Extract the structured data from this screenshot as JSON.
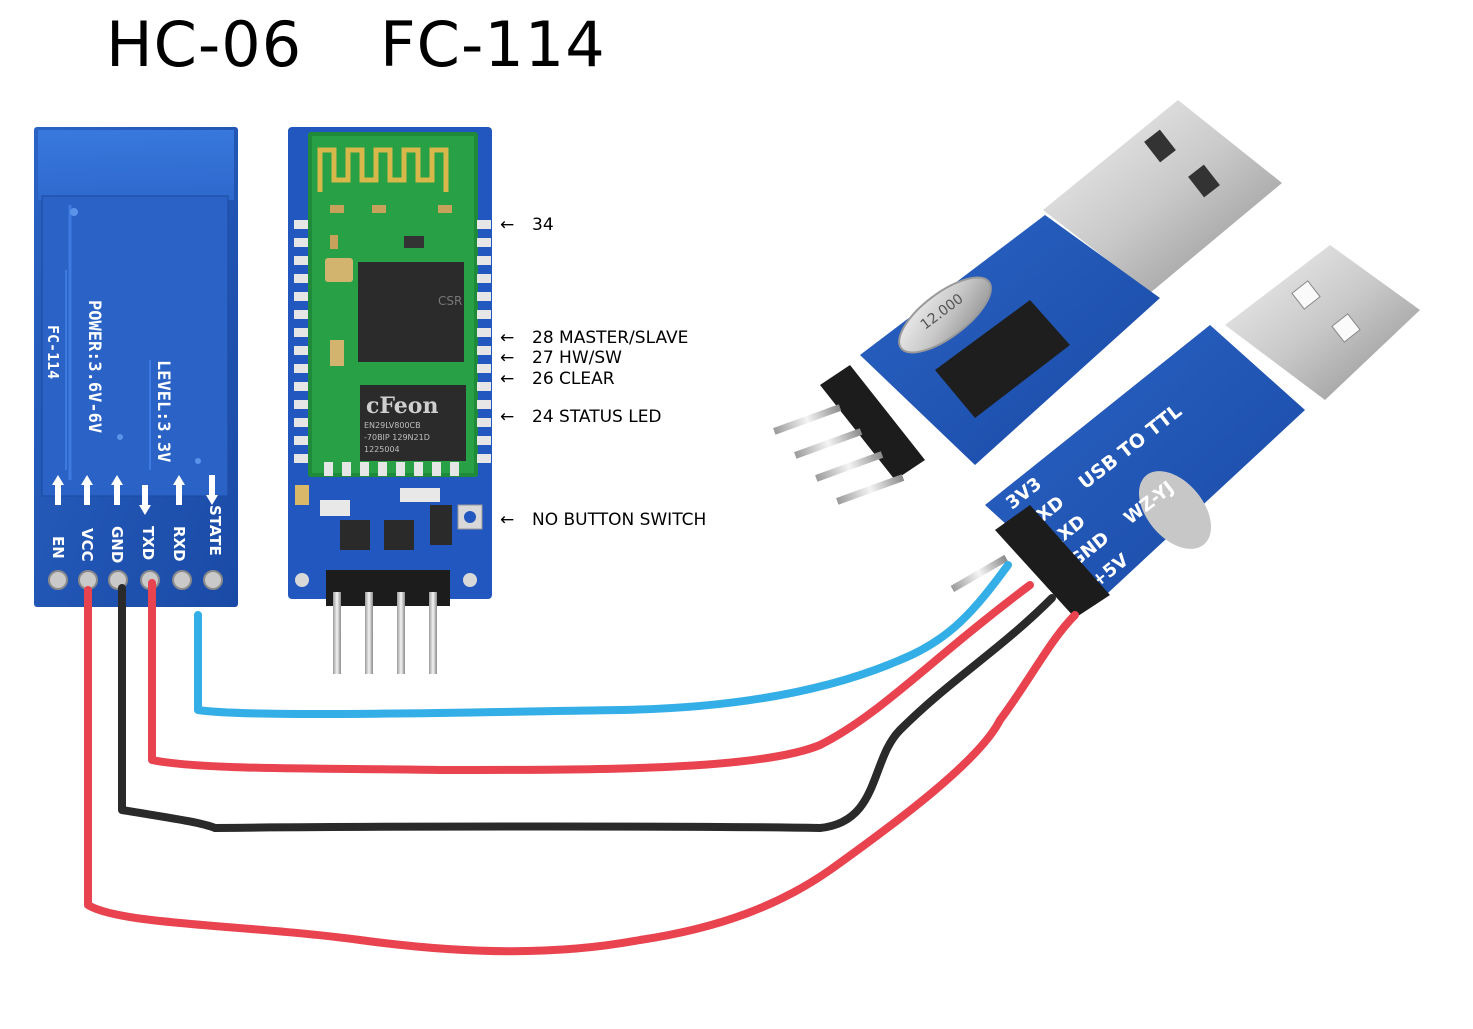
{
  "titles": {
    "hc06": "HC-06",
    "fc114": "FC-114"
  },
  "fc114_board": {
    "power": "POWER:3.6V-6V",
    "name": "FC-114",
    "level": "LEVEL:3.3V",
    "pins": [
      "EN",
      "VCC",
      "GND",
      "TXD",
      "RXD",
      "STATE"
    ]
  },
  "hc06_board": {
    "chip1": "CSR",
    "flash_brand": "cFeon",
    "flash_lines": [
      "EN29LV800CB",
      "-70BIP 129N21D",
      "1225004"
    ]
  },
  "annotations": [
    {
      "arrow": "←",
      "text": "34"
    },
    {
      "arrow": "←",
      "text": "28 MASTER/SLAVE"
    },
    {
      "arrow": "←",
      "text": "27 HW/SW"
    },
    {
      "arrow": "←",
      "text": "26 CLEAR"
    },
    {
      "arrow": "←",
      "text": "24 STATUS LED"
    },
    {
      "arrow": "←",
      "text": "NO BUTTON SWITCH"
    }
  ],
  "usb_adapter": {
    "crystal": "12.000",
    "title": "USB TO TTL",
    "brand": "WZ-YJ",
    "pins": [
      "3V3",
      "TXD",
      "RXD",
      "GND",
      "+5V"
    ]
  },
  "wire_colors": {
    "blue": "#33aee6",
    "red": "#e8434f",
    "black": "#2a2a2a"
  }
}
